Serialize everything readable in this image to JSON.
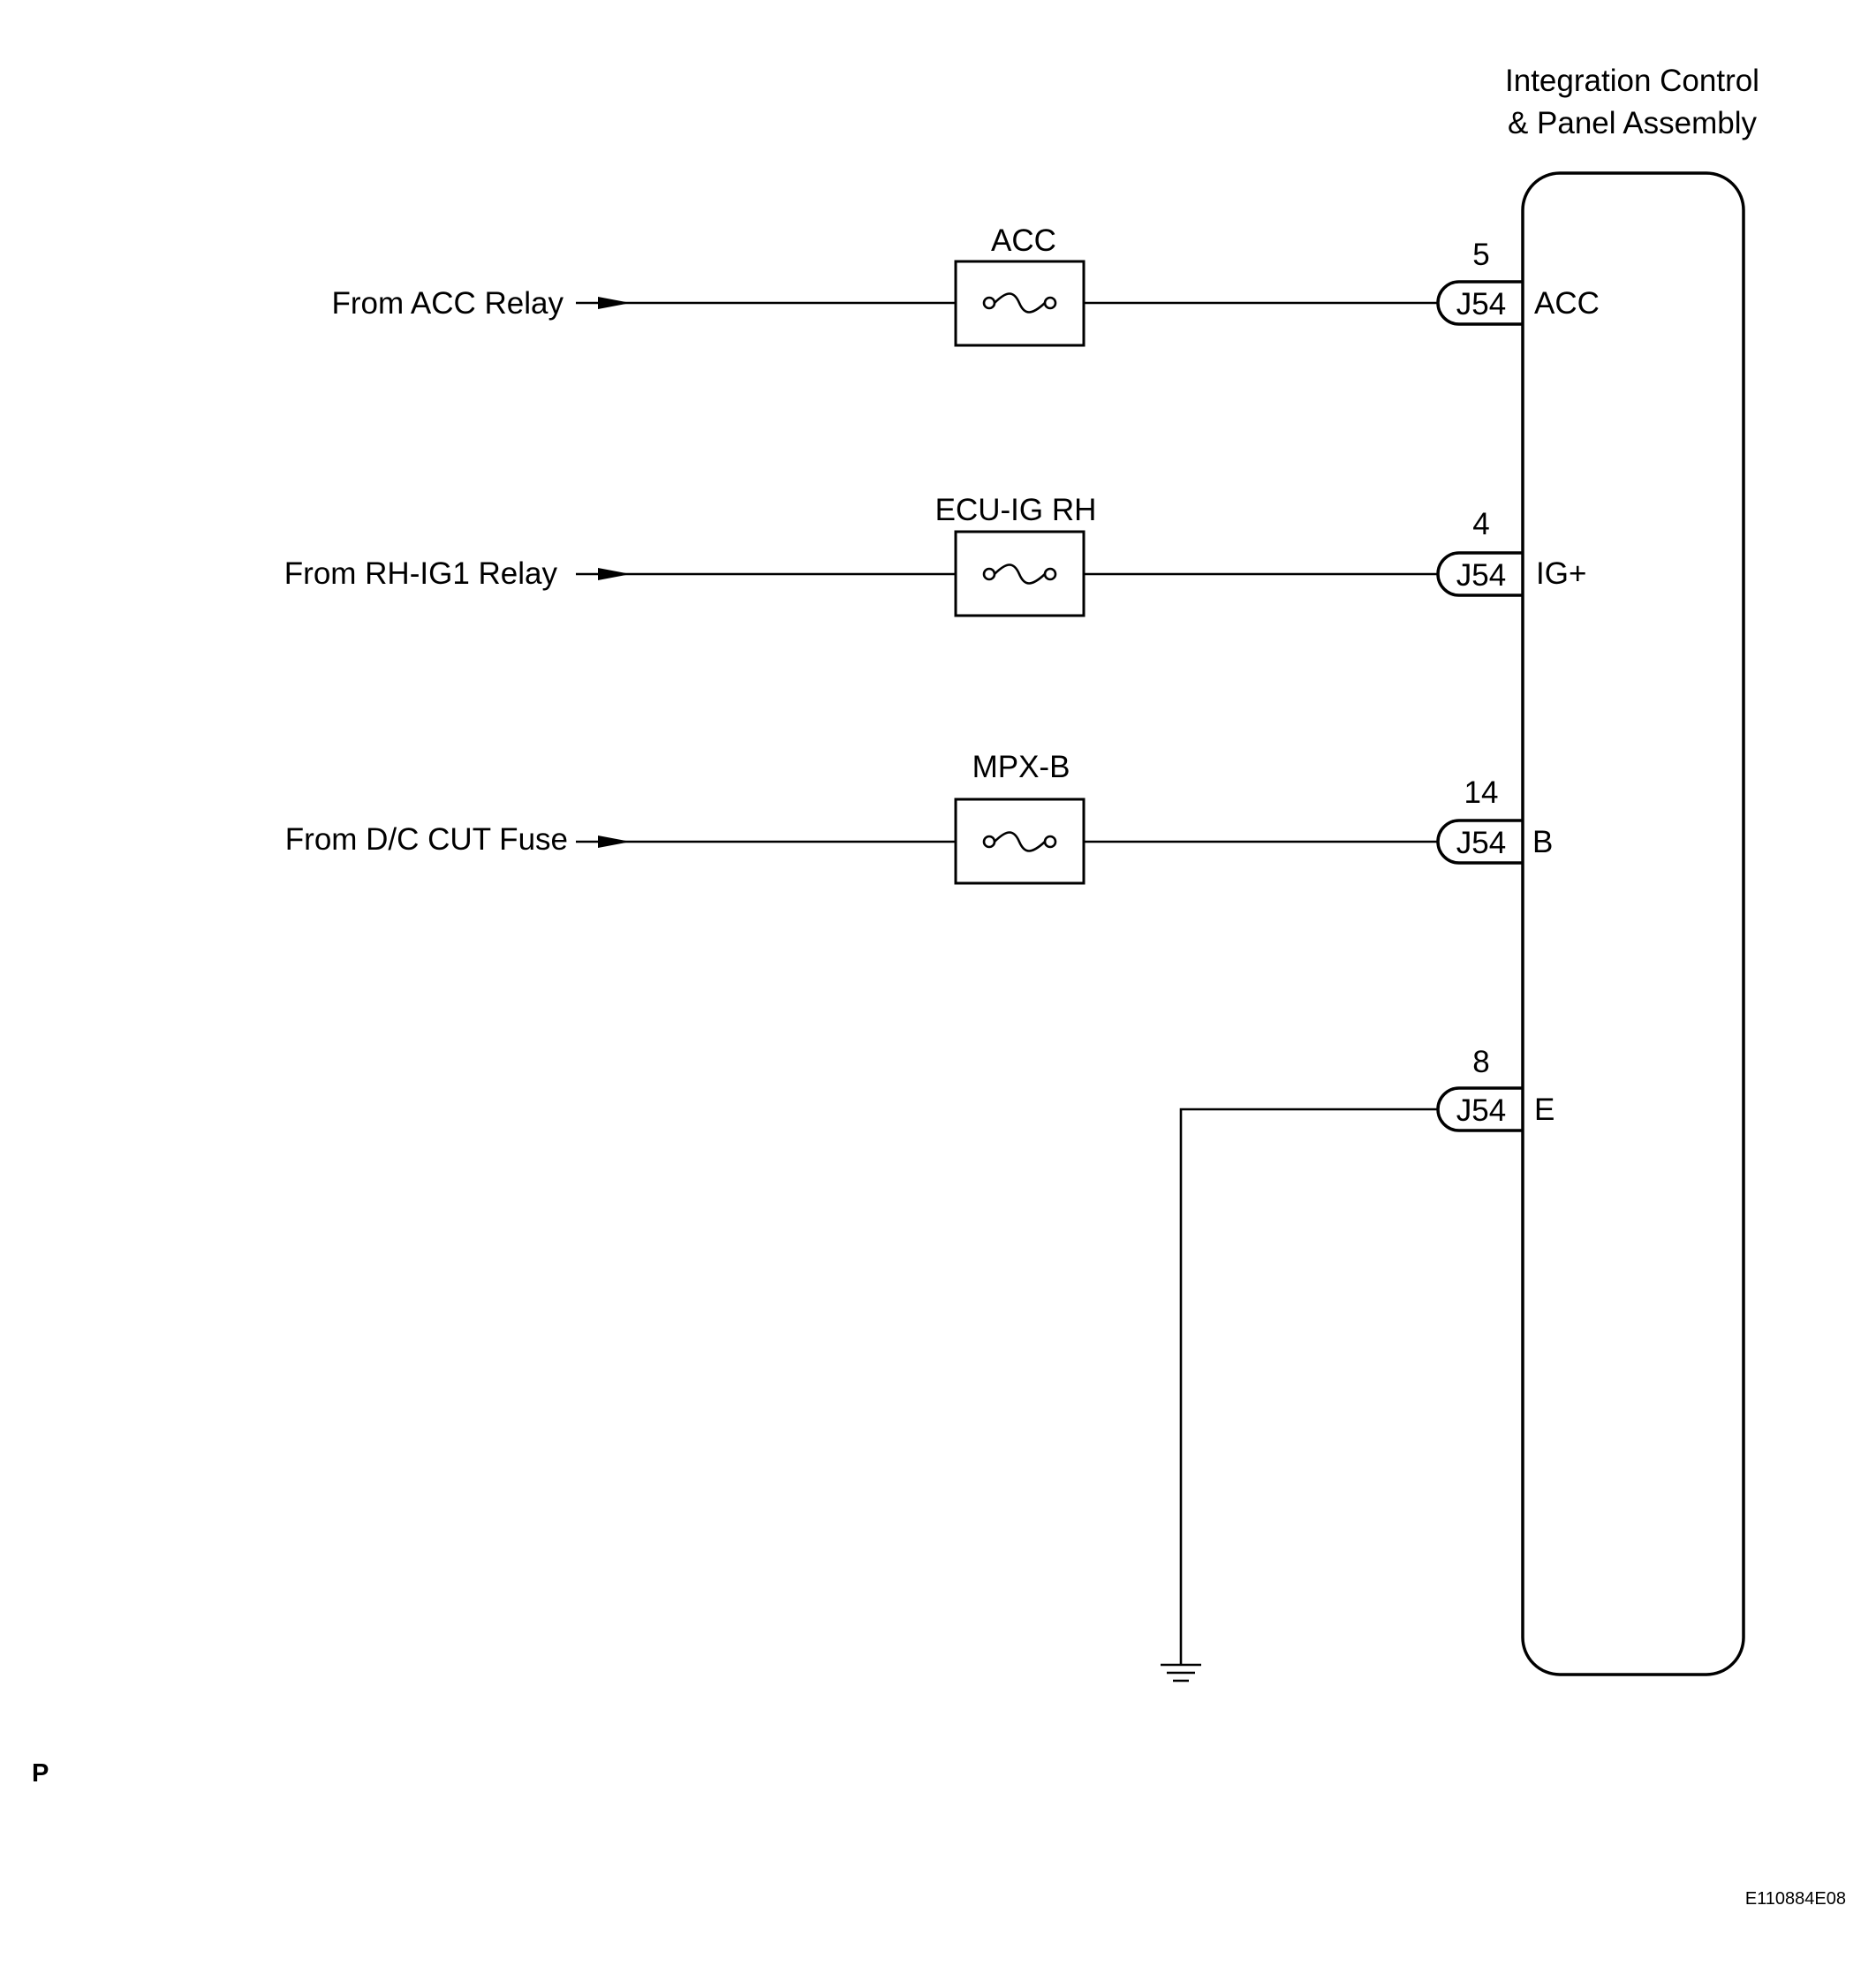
{
  "component": {
    "title_line1": "Integration Control",
    "title_line2": "& Panel Assembly"
  },
  "circuits": [
    {
      "source": "From ACC Relay",
      "fuse": "ACC",
      "pin": "5",
      "connector": "J54",
      "terminal": "ACC"
    },
    {
      "source": "From RH-IG1 Relay",
      "fuse": "ECU-IG RH",
      "pin": "4",
      "connector": "J54",
      "terminal": "IG+"
    },
    {
      "source": "From D/C CUT Fuse",
      "fuse": "MPX-B",
      "pin": "14",
      "connector": "J54",
      "terminal": "B"
    }
  ],
  "ground_circuit": {
    "pin": "8",
    "connector": "J54",
    "terminal": "E"
  },
  "corner_label": "P",
  "figure_code": "E110884E08"
}
